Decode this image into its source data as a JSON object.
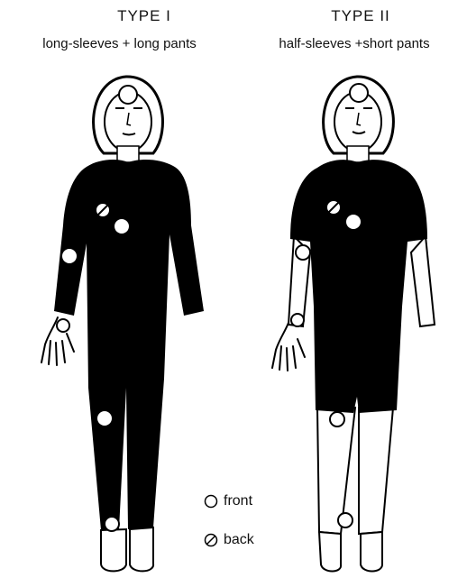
{
  "figure": {
    "type1": {
      "title": "TYPE I",
      "subtitle": "long-sleeves + long pants"
    },
    "type2": {
      "title": "TYPE II",
      "subtitle": "half-sleeves +short pants"
    }
  },
  "legend": {
    "front": {
      "label": "front",
      "icon": "open-circle"
    },
    "back": {
      "label": "back",
      "icon": "slashed-circle"
    }
  },
  "colors": {
    "suit": "#000000",
    "skin": "#ffffff",
    "marker": "#ffffff"
  }
}
